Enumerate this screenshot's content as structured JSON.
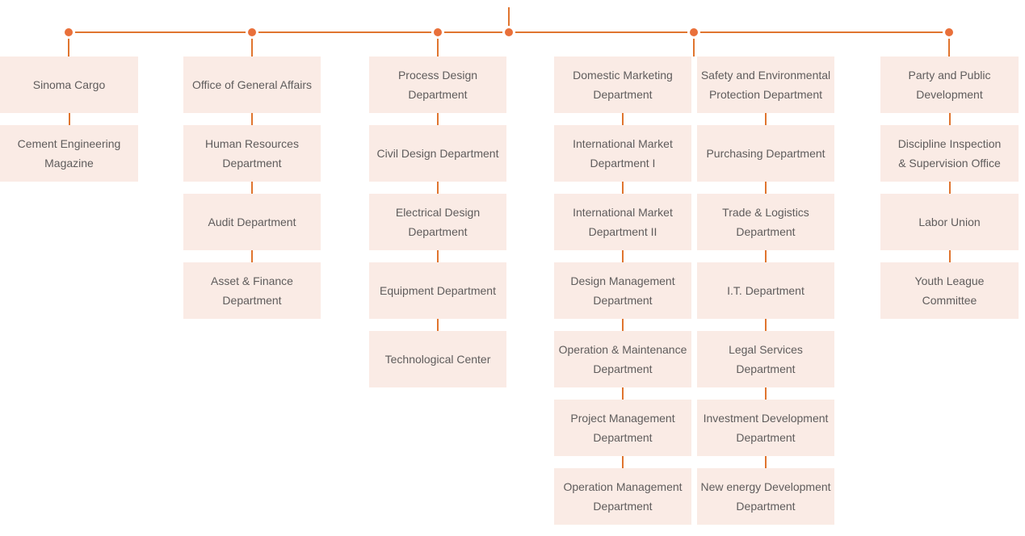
{
  "diagram": {
    "type": "org-chart",
    "colors": {
      "line": "#E0752F",
      "dot": "#E9703A",
      "box_background": "#FAEBE5",
      "box_text": "#5F5C5C"
    },
    "columns": [
      {
        "boxes": [
          "Sinoma Cargo",
          "Cement Engineering\nMagazine"
        ]
      },
      {
        "boxes": [
          "Office of General Affairs",
          "Human Resources\nDepartment",
          "Audit Department",
          "Asset & Finance\nDepartment"
        ]
      },
      {
        "boxes": [
          "Process Design\nDepartment",
          "Civil Design Department",
          "Electrical Design\nDepartment",
          "Equipment Department",
          "Technological Center"
        ]
      },
      {
        "boxes": [
          "Domestic Marketing\nDepartment",
          "International Market\nDepartment I",
          "International Market\nDepartment II",
          "Design Management\nDepartment",
          "Operation & Maintenance\nDepartment",
          "Project Management\nDepartment",
          "Operation Management\nDepartment"
        ]
      },
      {
        "boxes": [
          "Safety and Environmental\nProtection Department",
          "Purchasing Department",
          "Trade & Logistics\nDepartment",
          "I.T. Department",
          "Legal Services\nDepartment",
          "Investment Development\nDepartment",
          "New energy Development\nDepartment"
        ]
      },
      {
        "boxes": [
          "Party and Public\nDevelopment",
          "Discipline Inspection\n& Supervision Office",
          "Labor Union",
          "Youth League\nCommittee"
        ]
      }
    ]
  }
}
